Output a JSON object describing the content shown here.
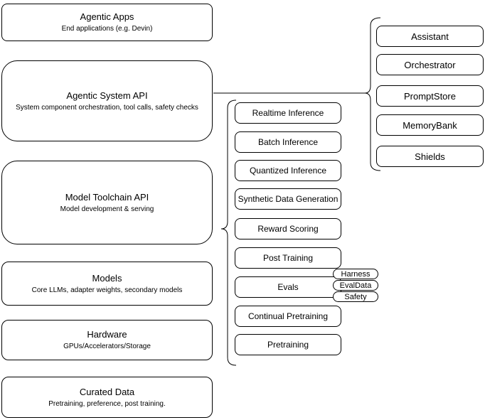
{
  "diagram": {
    "left_stack": [
      {
        "title": "Agentic Apps",
        "subtitle": "End applications (e.g. Devin)"
      },
      {
        "title": "Agentic System API",
        "subtitle": "System component orchestration, tool calls, safety checks"
      },
      {
        "title": "Model Toolchain API",
        "subtitle": "Model development & serving"
      },
      {
        "title": "Models",
        "subtitle": "Core LLMs, adapter weights, secondary models"
      },
      {
        "title": "Hardware",
        "subtitle": "GPUs/Accelerators/Storage"
      },
      {
        "title": "Curated Data",
        "subtitle": "Pretraining, preference, post training."
      }
    ],
    "toolchain_items": [
      "Realtime Inference",
      "Batch Inference",
      "Quantized Inference",
      "Synthetic Data Generation",
      "Reward Scoring",
      "Post Training",
      "Evals",
      "Continual Pretraining",
      "Pretraining"
    ],
    "eval_tags": [
      "Harness",
      "EvalData",
      "Safety"
    ],
    "system_components": [
      "Assistant",
      "Orchestrator",
      "PromptStore",
      "MemoryBank",
      "Shields"
    ],
    "colors": {
      "border": "#000000",
      "fill": "#ffffff",
      "text": "#000000"
    }
  }
}
